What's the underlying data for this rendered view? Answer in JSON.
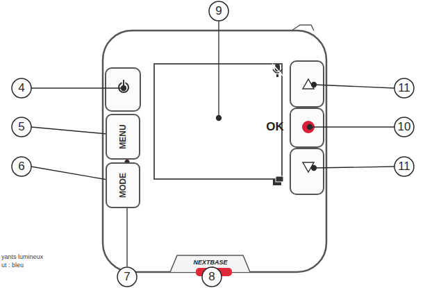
{
  "diagram": {
    "nodes": [
      {
        "text": [
          "MENU"
        ]
      },
      {
        "text": [
          "MODE"
        ]
      }
    ],
    "labels": [
      "9",
      "4",
      "11",
      "5",
      "OK",
      "10",
      "6",
      "11",
      "NEXTBASE",
      "7",
      "8",
      "yants lumineux",
      "ut : bleu"
    ]
  }
}
